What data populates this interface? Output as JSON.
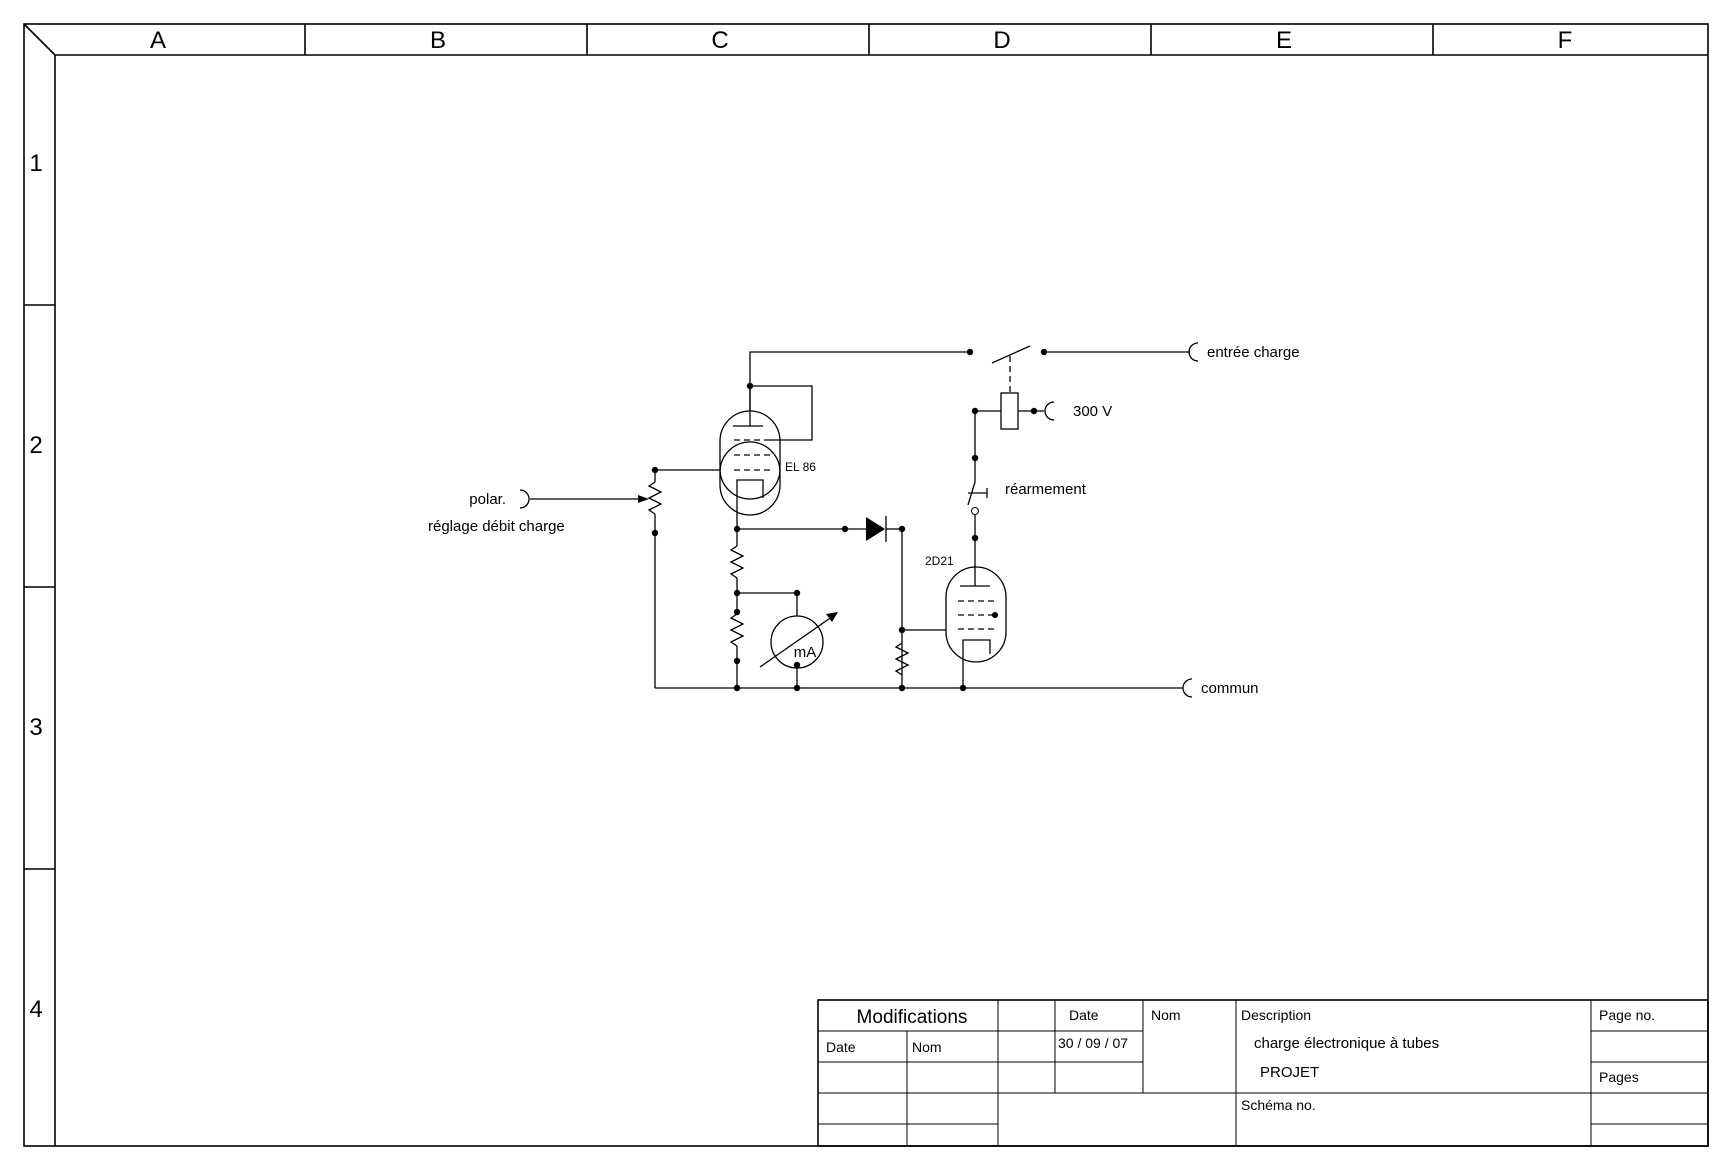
{
  "columns": [
    "A",
    "B",
    "C",
    "D",
    "E",
    "F"
  ],
  "rows": [
    "1",
    "2",
    "3",
    "4"
  ],
  "schematic": {
    "terminal_input": "entrée charge",
    "terminal_supply": "300 V",
    "reset_label": "réarmement",
    "tube1": "EL 86",
    "tube2": "2D21",
    "polar": "polar.",
    "adjust": "réglage débit charge",
    "meter": "mA",
    "common": "commun"
  },
  "title_block": {
    "modifications": "Modifications",
    "date_header": "Date",
    "name_header": "Nom",
    "date_header2": "Date",
    "name_header2": "Nom",
    "date_value": "30 / 09 / 07",
    "description_label": "Description",
    "description": "charge électronique à tubes",
    "status": "PROJET",
    "schema_no_label": "Schéma no.",
    "page_no_label": "Page no.",
    "pages_label": "Pages"
  }
}
